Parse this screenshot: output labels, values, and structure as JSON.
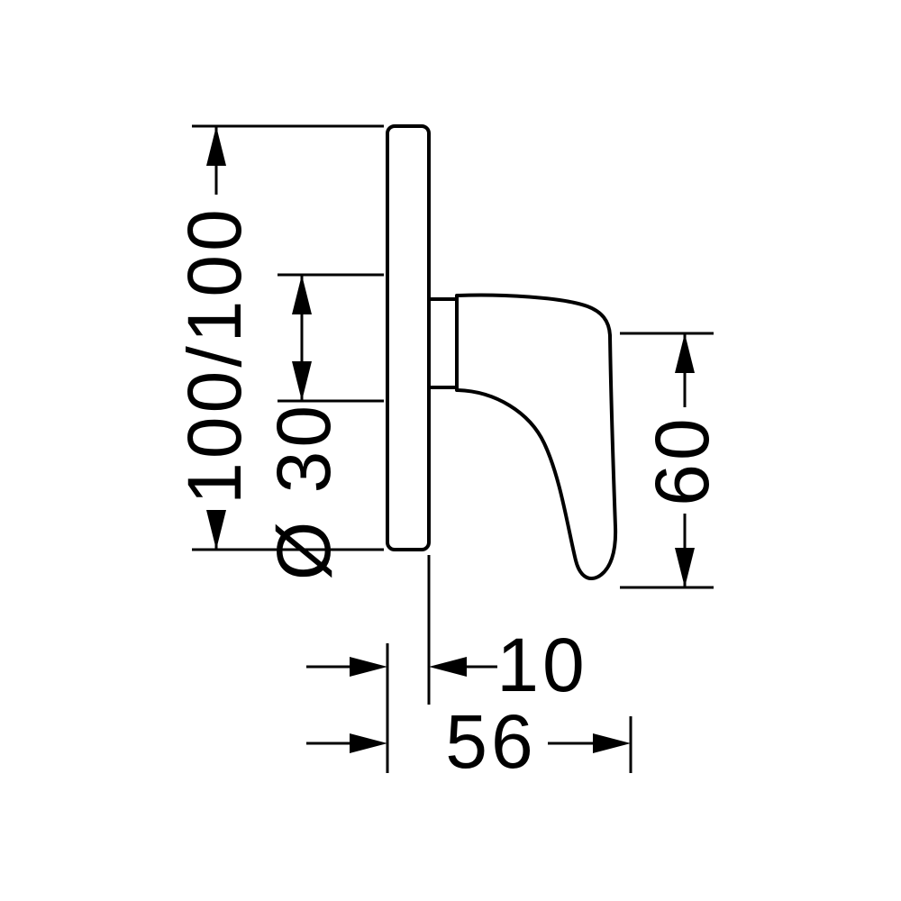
{
  "drawing": {
    "dimension_labels": {
      "plate_square": "100/100",
      "diameter": "Ø 30",
      "handle_height": "60",
      "plate_depth": "10",
      "total_depth": "56"
    },
    "colors": {
      "line": "#000000",
      "background": "#ffffff"
    }
  }
}
